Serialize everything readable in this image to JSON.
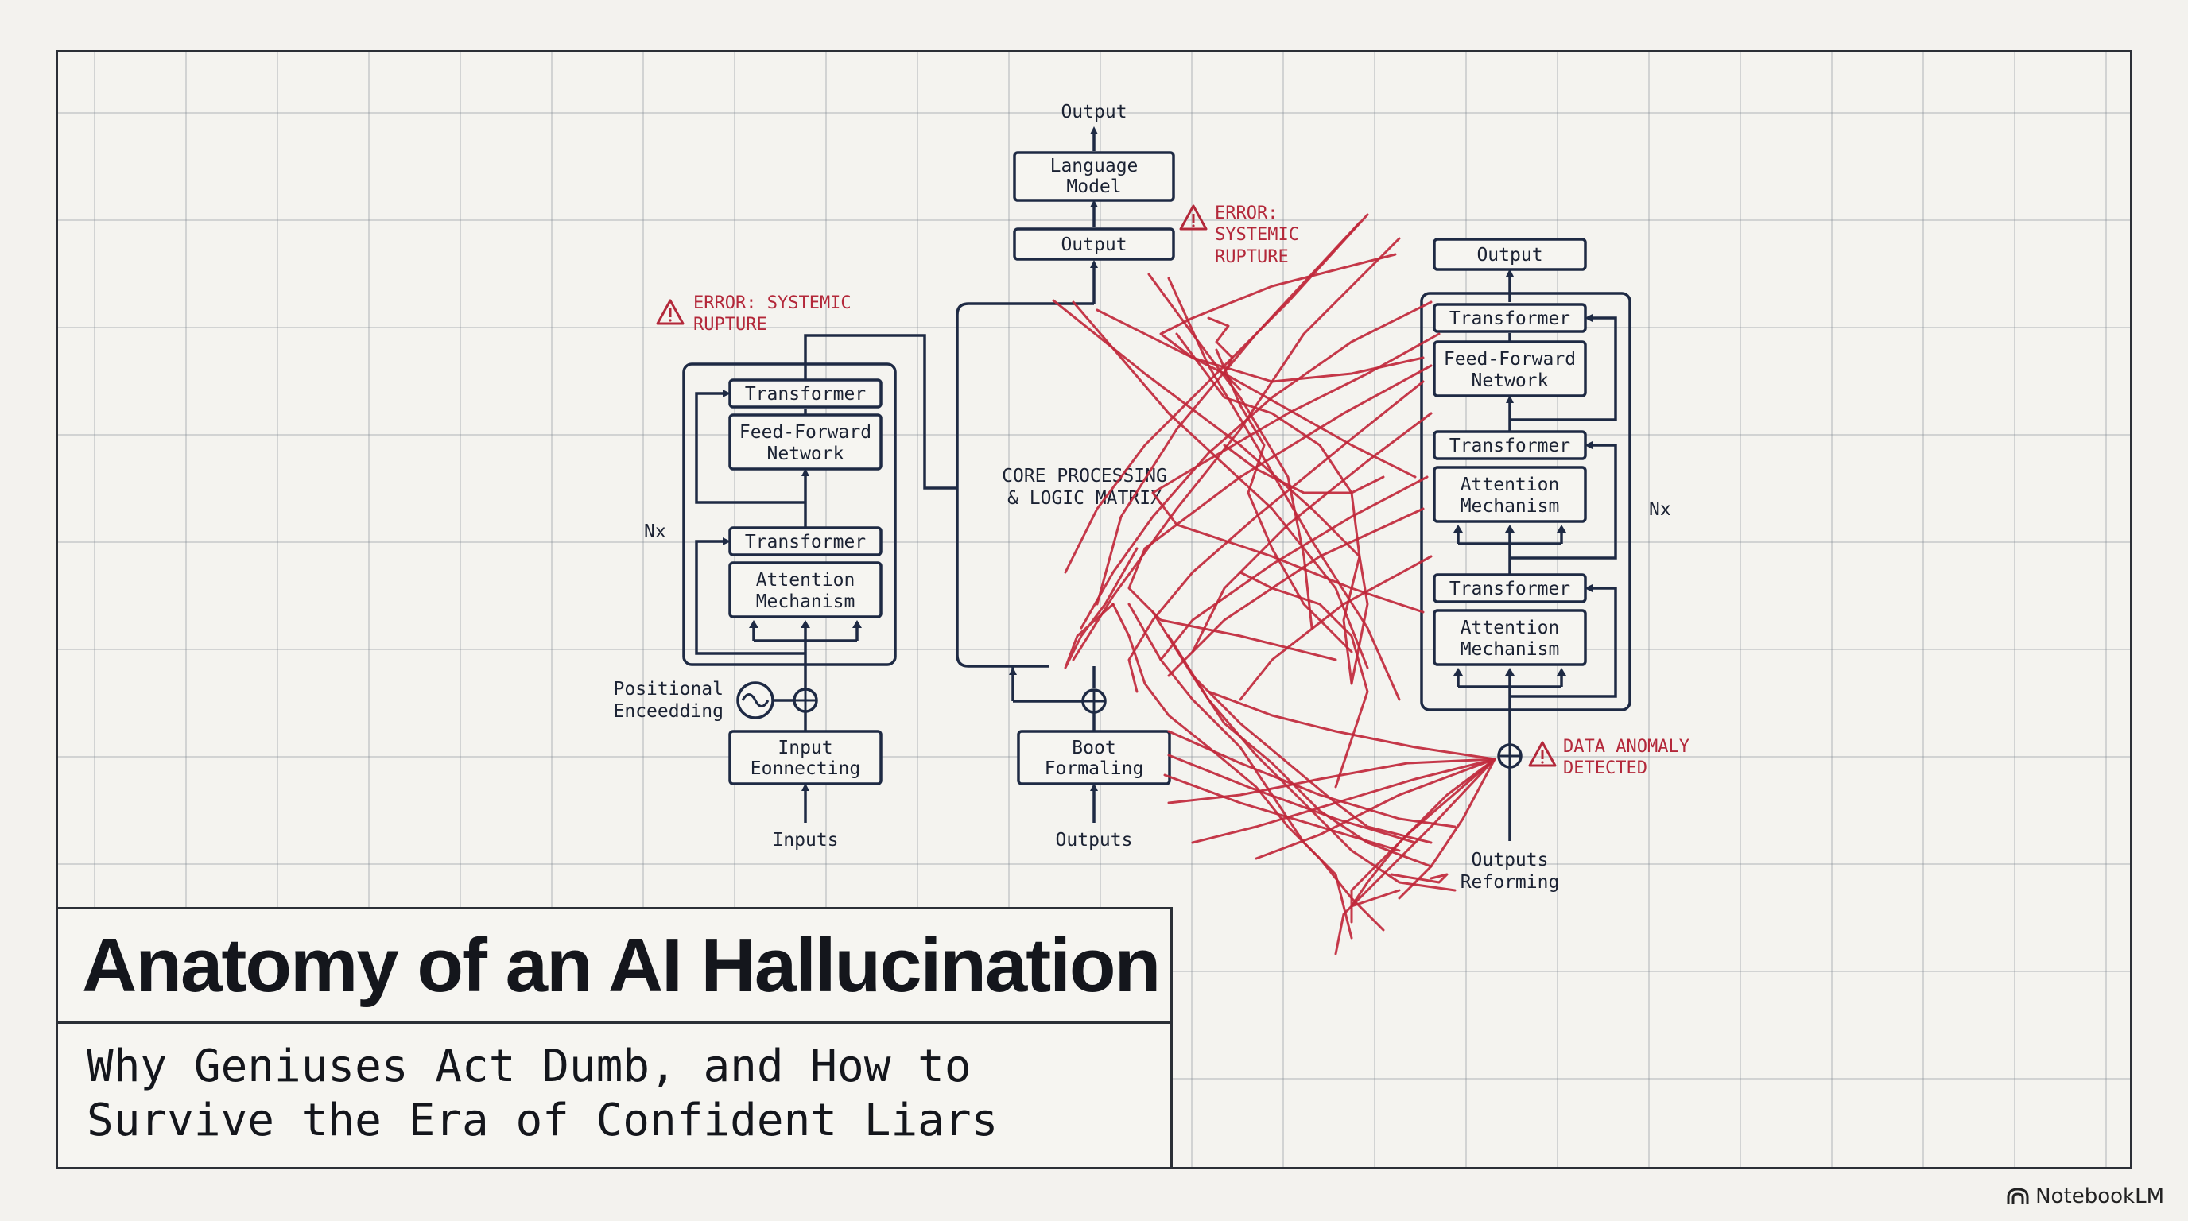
{
  "title": "Anatomy of an AI Hallucination",
  "subtitle": "Why Geniuses Act Dumb, and How to\nSurvive the Era of Confident Liars",
  "brand": "NotebookLM",
  "colors": {
    "ink": "#1e2a44",
    "error": "#b3283a",
    "background": "#f3f2ee"
  },
  "left_stack": {
    "error": [
      "ERROR: SYSTEMIC",
      "RUPTURE"
    ],
    "nx": "Nx",
    "transformer_top": "Transformer",
    "ffn": [
      "Feed-Forward",
      "Network"
    ],
    "transformer_mid": "Transformer",
    "attention": [
      "Attention",
      "Mechanism"
    ],
    "pos_enc": [
      "Positional",
      "Enceedding"
    ],
    "input_box": [
      "Input",
      "Eonnecting"
    ],
    "inputs_label": "Inputs"
  },
  "center_stack": {
    "output_label": "Output",
    "lm": [
      "Language",
      "Model"
    ],
    "output_box": "Output",
    "error": [
      "ERROR:",
      "SYSTEMIC",
      "RUPTURE"
    ],
    "core": [
      "CORE PROCESSING",
      "& LOGIC MATRIX"
    ],
    "boot": [
      "Boot",
      "Formaling"
    ],
    "outputs_label": "Outputs"
  },
  "right_stack": {
    "output_box": "Output",
    "transformer_1": "Transformer",
    "ffn": [
      "Feed-Forward",
      "Network"
    ],
    "transformer_2": "Transformer",
    "attention_1": [
      "Attention",
      "Mechanism"
    ],
    "transformer_3": "Transformer",
    "attention_2": [
      "Attention",
      "Mechanism"
    ],
    "nx": "Nx",
    "anomaly": [
      "DATA ANOMALY",
      "DETECTED"
    ],
    "bottom_label": [
      "Outputs",
      "Reforming"
    ]
  }
}
